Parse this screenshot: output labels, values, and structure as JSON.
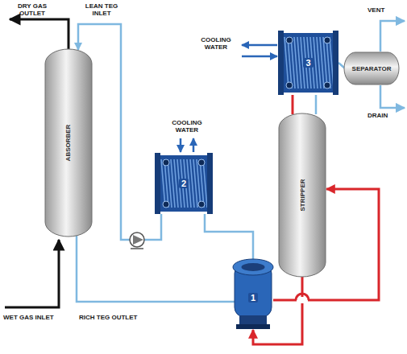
{
  "diagram": {
    "nodes": [
      {
        "text": [
          "ABSORBER"
        ]
      },
      {
        "text": [
          "3"
        ]
      },
      {
        "text": [
          "SEPARATOR"
        ]
      },
      {
        "text": [
          "2"
        ]
      },
      {
        "text": [
          "STRIPPER"
        ]
      },
      {
        "text": [
          "1"
        ]
      }
    ],
    "edges": [
      {
        "from": 3,
        "to": 0,
        "arrow": "to"
      },
      {
        "from": 0,
        "to": 5,
        "arrow": "none"
      },
      {
        "from": 5,
        "to": 3,
        "arrow": "none"
      },
      {
        "from": 5,
        "to": 4,
        "arrow": "to"
      },
      {
        "from": 4,
        "to": 5,
        "arrow": "to"
      },
      {
        "from": 4,
        "to": 1,
        "arrow": "none"
      },
      {
        "from": 1,
        "to": 2,
        "arrow": "none"
      }
    ],
    "labels": [
      "DRY GAS OUTLET",
      "LEAN TEG INLET",
      "COOLING WATER",
      "COOLING WATER",
      "VENT",
      "DRAIN",
      "WET GAS INLET",
      "RICH TEG OUTLET"
    ]
  }
}
